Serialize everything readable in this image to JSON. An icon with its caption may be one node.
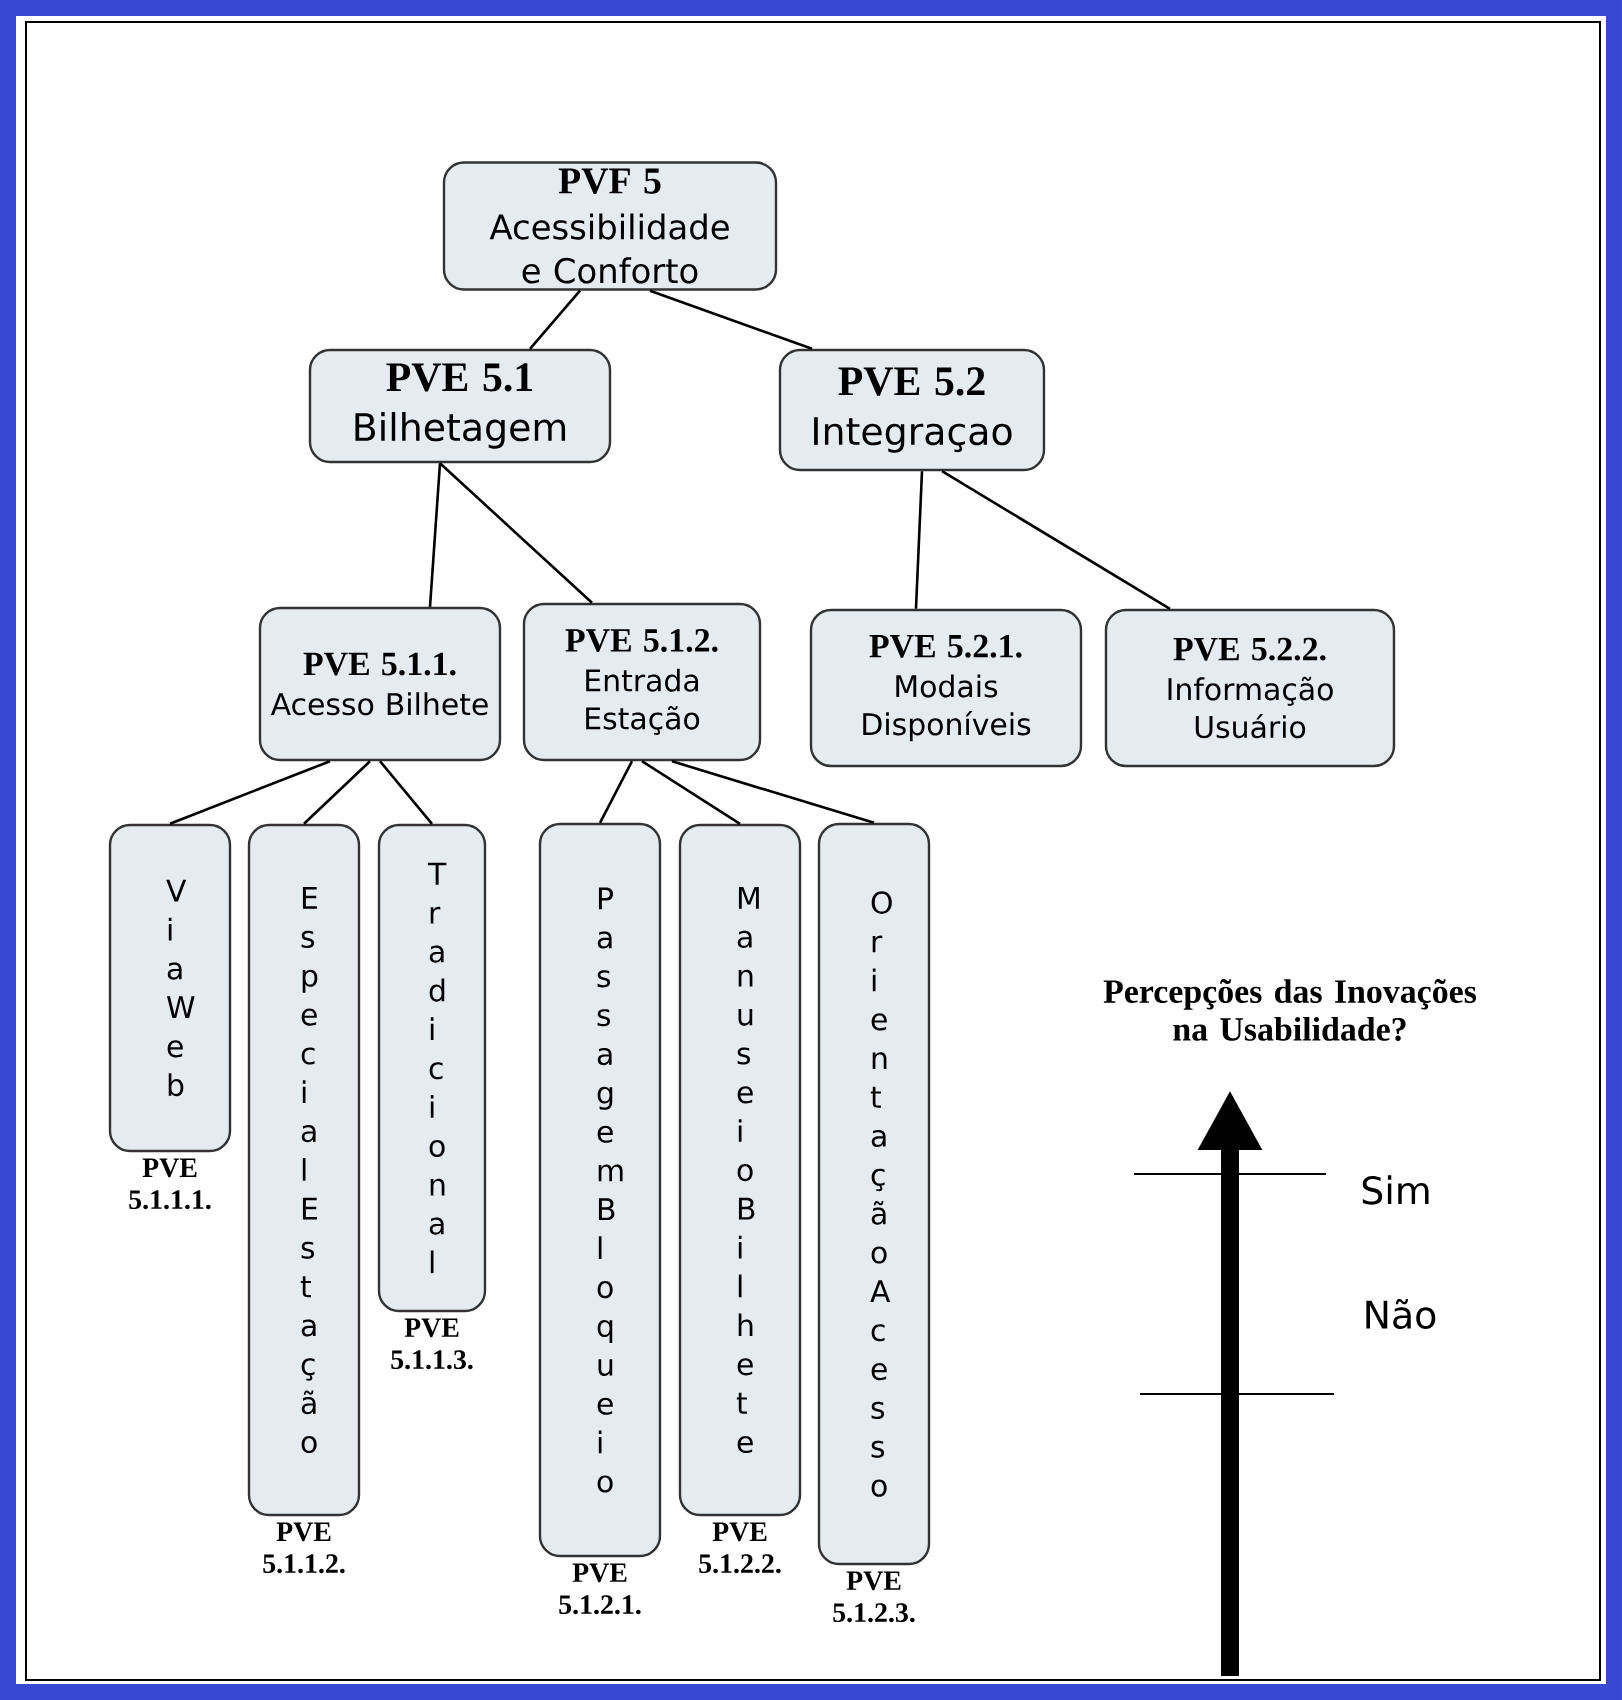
{
  "diagram": {
    "nodes": [
      {
        "text": [
          "PVF 5",
          "Acessibilidade e Conforto"
        ]
      },
      {
        "text": [
          "PVE 5.1",
          "Bilhetagem"
        ]
      },
      {
        "text": [
          "PVE 5.2",
          "Integraçao"
        ]
      },
      {
        "text": [
          "PVE 5.1.1.",
          "Acesso Bilhete"
        ]
      },
      {
        "text": [
          "PVE 5.1.2.",
          "Entrada Estação"
        ]
      },
      {
        "text": [
          "PVE 5.2.1.",
          "Modais Disponíveis"
        ]
      },
      {
        "text": [
          "PVE 5.2.2.",
          "Informação Usuário"
        ]
      },
      {
        "text": [
          "Via Web"
        ],
        "beside": [
          "PVE 5.1.1.1."
        ]
      },
      {
        "text": [
          "Especial Estação"
        ],
        "beside": [
          "PVE 5.1.1.2."
        ]
      },
      {
        "text": [
          "Tradicional"
        ],
        "beside": [
          "PVE 5.1.1.3."
        ]
      },
      {
        "text": [
          "Passagem Bloqueio"
        ],
        "beside": [
          "PVE 5.1.2.1."
        ]
      },
      {
        "text": [
          "Manuseio Bilhete"
        ],
        "beside": [
          "PVE 5.1.2.2."
        ]
      },
      {
        "text": [
          "Orientação Acesso"
        ],
        "beside": [
          "PVE 5.1.2.3."
        ]
      }
    ],
    "edges": [
      {
        "from": 0,
        "to": 1,
        "arrow": "none"
      },
      {
        "from": 0,
        "to": 2,
        "arrow": "none"
      },
      {
        "from": 1,
        "to": 3,
        "arrow": "none"
      },
      {
        "from": 1,
        "to": 4,
        "arrow": "none"
      },
      {
        "from": 2,
        "to": 5,
        "arrow": "none"
      },
      {
        "from": 2,
        "to": 6,
        "arrow": "none"
      },
      {
        "from": 3,
        "to": 7,
        "arrow": "none"
      },
      {
        "from": 3,
        "to": 8,
        "arrow": "none"
      },
      {
        "from": 3,
        "to": 9,
        "arrow": "none"
      },
      {
        "from": 4,
        "to": 10,
        "arrow": "none"
      },
      {
        "from": 4,
        "to": 11,
        "arrow": "none"
      },
      {
        "from": 4,
        "to": 12,
        "arrow": "none"
      }
    ],
    "labels": [
      "Percepções das Inovações na Usabilidade?",
      "Sim",
      "Não"
    ]
  }
}
